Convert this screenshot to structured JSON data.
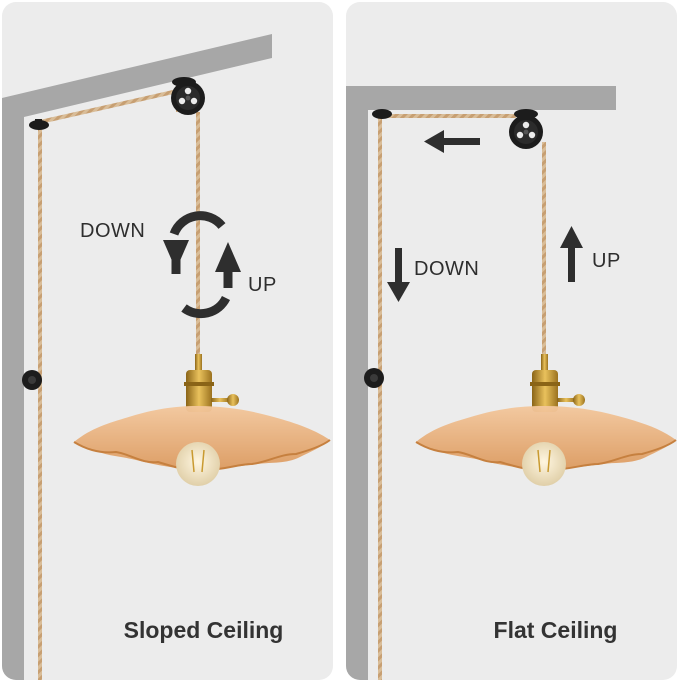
{
  "colors": {
    "background": "#ececec",
    "wall": "#a7a7a7",
    "cord": "#d4b58e",
    "arrow": "#2e2e2e",
    "brass": "#c99a30",
    "glass": "#e8b07a"
  },
  "panels": [
    {
      "caption": "Sloped Ceiling",
      "labels": {
        "down": "DOWN",
        "up": "UP"
      },
      "icons": [
        "cycle-arrows-icon"
      ]
    },
    {
      "caption": "Flat Ceiling",
      "labels": {
        "down": "DOWN",
        "up": "UP"
      },
      "icons": [
        "arrow-left-icon",
        "arrow-down-icon",
        "arrow-up-icon"
      ]
    }
  ]
}
